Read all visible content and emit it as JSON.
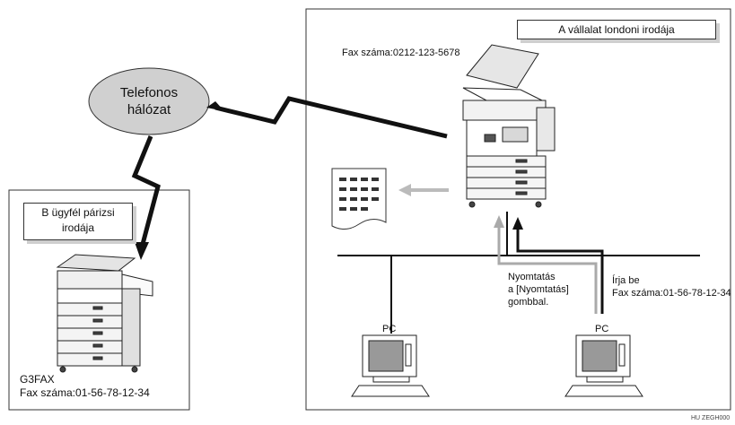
{
  "network": {
    "line1": "Telefonos",
    "line2": "hálózat"
  },
  "london": {
    "title": "A vállalat londoni irodája",
    "fax_label": "Fax száma:0212-123-5678",
    "print_line1": "Nyomtatás",
    "print_line2": "a [Nyomtatás]",
    "print_line3": "gombbal.",
    "enter_line1": "Írja be",
    "enter_line2": "Fax száma:01-56-78-12-34",
    "pc1_label": "PC",
    "pc2_label": "PC"
  },
  "paris": {
    "title_line1": "B ügyfél párizsi",
    "title_line2": "irodája",
    "device_label": "G3FAX",
    "fax_label": "Fax száma:01-56-78-12-34"
  },
  "figure_code": "HU ZEGH000"
}
